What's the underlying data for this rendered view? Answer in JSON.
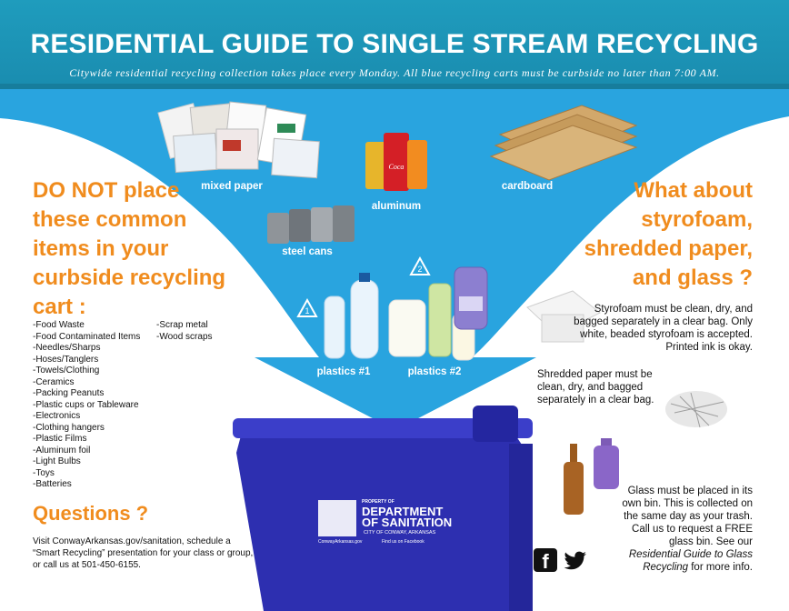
{
  "header": {
    "title": "RESIDENTIAL GUIDE TO SINGLE STREAM RECYCLING",
    "subtitle": "Citywide residential recycling collection takes place every Monday. All blue recycling carts must be curbside no later than 7:00 AM."
  },
  "items": {
    "mixed_paper": "mixed paper",
    "aluminum": "aluminum",
    "cardboard": "cardboard",
    "steel_cans": "steel cans",
    "plastics1": "plastics #1",
    "plastics2": "plastics #2",
    "recycle_num1": "1",
    "recycle_num2": "2"
  },
  "left": {
    "headline": "DO NOT place these common items in your curbside recycling cart :",
    "list_col1": [
      "-Food Waste",
      "-Food Contaminated Items",
      "-Needles/Sharps",
      "-Hoses/Tanglers",
      "-Towels/Clothing",
      "-Ceramics",
      "-Packing Peanuts",
      "-Plastic cups or Tableware",
      "-Electronics",
      "-Clothing hangers",
      "-Plastic Films",
      "-Aluminum foil",
      "-Light Bulbs",
      "-Toys",
      "-Batteries"
    ],
    "list_col2": [
      "-Scrap metal",
      "-Wood scraps"
    ],
    "questions": "Questions ?",
    "contact": "Visit ConwayArkansas.gov/sanitation, schedule a “Smart Recycling” presentation for your class or group, or call us at 501-450-6155."
  },
  "right": {
    "headline": "What about styrofoam, shredded paper, and glass ?",
    "styrofoam": "Styrofoam must be clean, dry, and bagged separately in a clear bag. Only white, beaded styrofoam is accepted. Printed ink is okay.",
    "shredded": "Shredded paper must be clean, dry, and bagged separately in a clear bag.",
    "glass_part1": "Glass must be placed in its own bin. This is collected on the same day as your trash. Call us to request a FREE glass bin. See our ",
    "glass_link": "Residential Guide to Glass Recycling",
    "glass_part2": " for more info."
  },
  "cart": {
    "property": "PROPERTY OF",
    "dept1": "DEPARTMENT",
    "dept2": "OF SANITATION",
    "city": "CITY OF CONWAY, ARKANSAS",
    "site": "ConwayArkansas.gov",
    "facebook": "Find us on Facebook"
  },
  "colors": {
    "header": "#1f9cbd",
    "sky": "#29a4df",
    "orange": "#f08c1e",
    "cart": "#2d2fb0"
  },
  "icons": [
    "facebook-icon",
    "twitter-icon",
    "recycle-icon"
  ]
}
